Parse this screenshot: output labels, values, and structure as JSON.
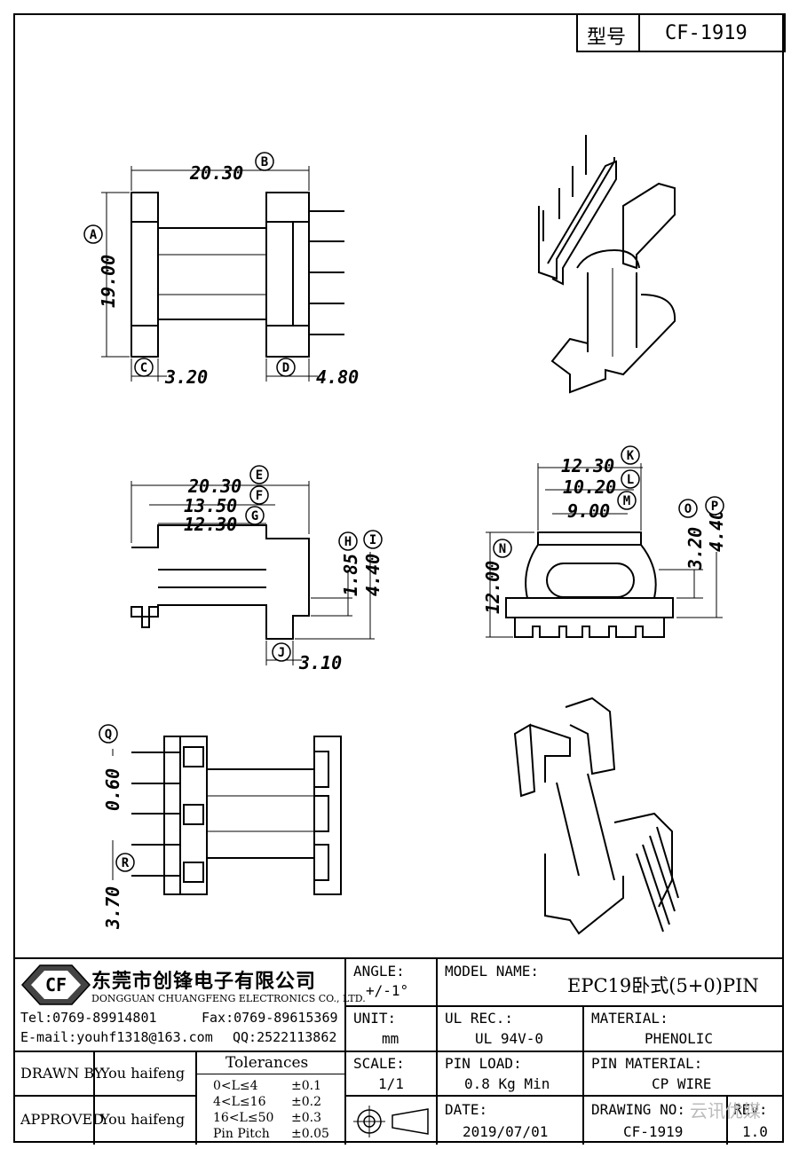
{
  "header": {
    "type_label": "型号",
    "type_value": "CF-1919"
  },
  "dimensions": {
    "a": "20.30",
    "b": "19.00",
    "c": "3.20",
    "d": "4.80",
    "e": "20.30",
    "f": "13.50",
    "g": "12.30",
    "h": "1.85",
    "i": "4.40",
    "j": "3.10",
    "k": "12.30",
    "l": "10.20",
    "m": "9.00",
    "n": "12.00",
    "o": "3.20",
    "p": "4.40",
    "q": "0.60",
    "r": "3.70"
  },
  "callouts": [
    "A",
    "B",
    "C",
    "D",
    "E",
    "F",
    "G",
    "H",
    "I",
    "J",
    "K",
    "L",
    "M",
    "N",
    "O",
    "P",
    "Q",
    "R"
  ],
  "company": {
    "logo_text": "CF",
    "name": "东莞市创锋电子有限公司",
    "name_en": "DONGGUAN CHUANGFENG ELECTRONICS CO., LTD.",
    "tel": "Tel:0769-89914801",
    "fax": "Fax:0769-89615369",
    "email": "E-mail:youhf1318@163.com",
    "qq": "QQ:2522113862"
  },
  "titleblock": {
    "angle_label": "ANGLE:",
    "angle_value": "+/-1°",
    "model_label": "MODEL NAME:",
    "model_value": "EPC19卧式(5+0)PIN",
    "unit_label": "UNIT:",
    "unit_value": "mm",
    "ul_label": "UL REC.:",
    "ul_value": "UL 94V-0",
    "material_label": "MATERIAL:",
    "material_value": "PHENOLIC",
    "scale_label": "SCALE:",
    "scale_value": "1/1",
    "pinload_label": "PIN LOAD:",
    "pinload_value": "0.8 Kg Min",
    "pinmat_label": "PIN MATERIAL:",
    "pinmat_value": "CP WIRE",
    "date_label": "DATE:",
    "date_value": "2019/07/01",
    "drawno_label": "DRAWING NO:",
    "drawno_value": "CF-1919",
    "rev_label": "REV:",
    "rev_value": "1.0",
    "drawn_label": "DRAWN BY",
    "drawn_value": "You haifeng",
    "approved_label": "APPROVED",
    "approved_value": "You haifeng",
    "tolerances_title": "Tolerances",
    "tolerances": [
      {
        "range": "0<L≤4",
        "tol": "±0.1"
      },
      {
        "range": "4<L≤16",
        "tol": "±0.2"
      },
      {
        "range": "16<L≤50",
        "tol": "±0.3"
      },
      {
        "range": "Pin Pitch",
        "tol": "±0.05"
      }
    ]
  },
  "watermark": "云讯优媒"
}
